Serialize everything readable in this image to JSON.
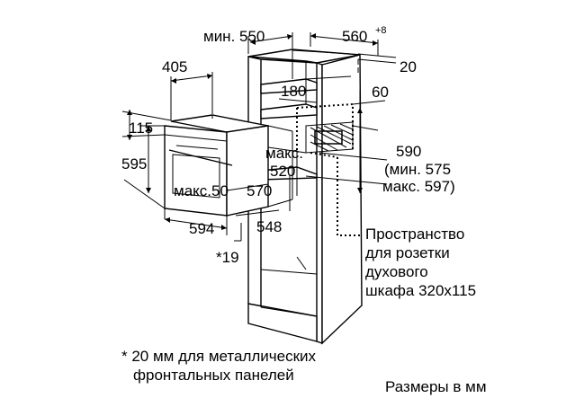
{
  "dims": {
    "cab_depth": "мин. 550",
    "cab_width": "560",
    "cab_width_tol": "+8",
    "gap_20": "20",
    "oven_depth_405": "405",
    "d180": "180",
    "d60": "60",
    "h115": "115",
    "h595": "595",
    "max_label": "макс.",
    "d520": "520",
    "max50": "макс.50",
    "d570": "570",
    "d594": "594",
    "d548": "548",
    "star19": "*19",
    "h590": "590",
    "min575": "(мин. 575",
    "max597": "макс. 597)"
  },
  "socket_note": [
    "Пространство",
    "для розетки",
    "духового",
    "шкафа 320x115"
  ],
  "footnote": [
    "* 20 мм для металлических",
    "фронтальных панелей"
  ],
  "units": "Размеры в мм"
}
